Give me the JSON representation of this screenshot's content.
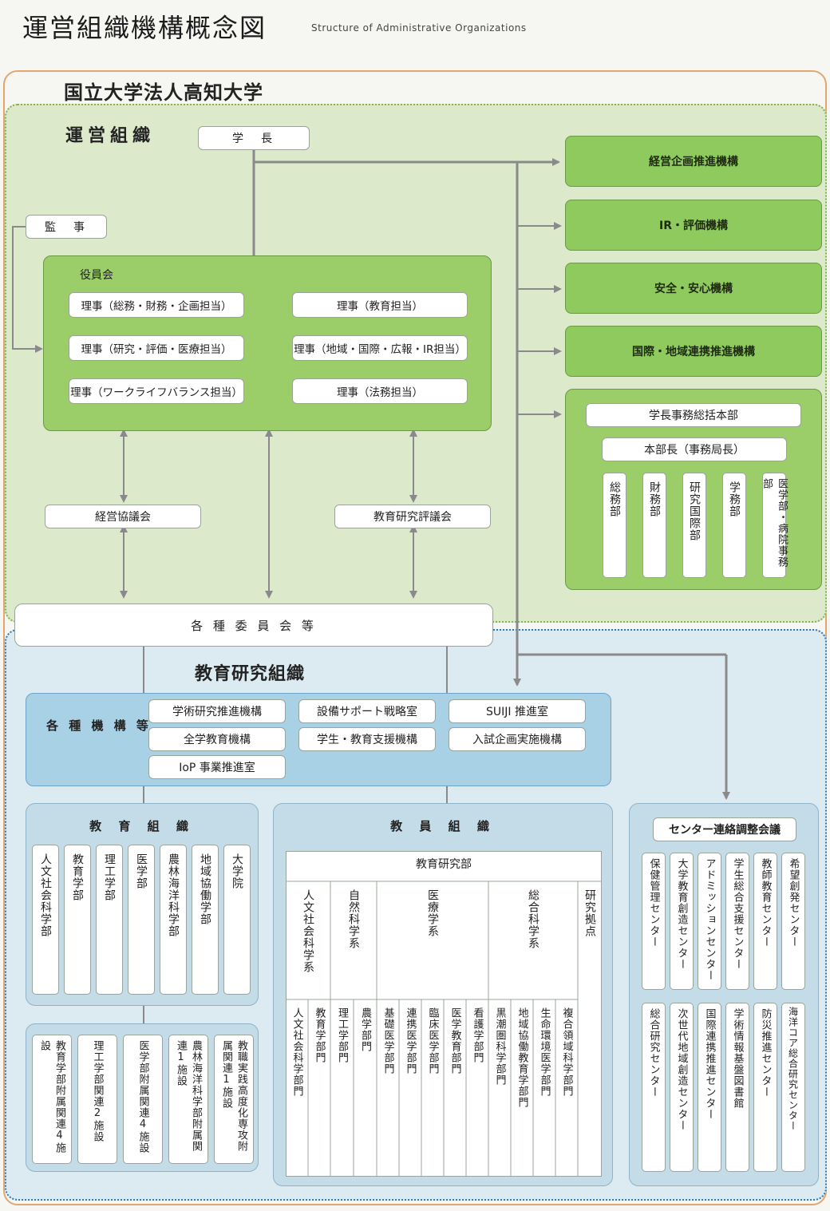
{
  "title": "運営組織機構概念図",
  "subtitle": "Structure of Administrative Organizations",
  "university": "国立大学法人高知大学",
  "management": {
    "title": "運営組織",
    "president": "学　長",
    "auditor": "監　事",
    "board": {
      "label": "役員会",
      "directors": [
        "理事（総務・財務・企画担当）",
        "理事（教育担当）",
        "理事（研究・評価・医療担当）",
        "理事（地域・国際・広報・IR担当）",
        "理事（ワークライフバランス担当）",
        "理事（法務担当）"
      ]
    },
    "management_council": "経営協議会",
    "education_research_council": "教育研究評議会",
    "committees": "各 種 委 員 会 等",
    "organizations": [
      "経営企画推進機構",
      "IR・評価機構",
      "安全・安心機構",
      "国際・地域連携推進機構"
    ],
    "headquarters": {
      "title": "学長事務総括本部",
      "head": "本部長（事務局長）",
      "departments": [
        "総務部",
        "財務部",
        "研究国際部",
        "学務部",
        "医学部・病院事務部"
      ]
    }
  },
  "education": {
    "title": "教育研究組織",
    "institutes_label": "各 種 機 構 等",
    "institutes": [
      "学術研究推進機構",
      "設備サポート戦略室",
      "SUIJI 推進室",
      "全学教育機構",
      "学生・教育支援機構",
      "入試企画実施機構",
      "IoP 事業推進室"
    ],
    "edu_org": {
      "title": "教 育 組 織",
      "faculties": [
        "人文社会科学部",
        "教育学部",
        "理工学部",
        "医学部",
        "農林海洋科学部",
        "地域協働学部",
        "大学院"
      ],
      "facilities": [
        "教育学部附属関連4施設",
        "理工学部関連2施設",
        "医学部附属関連4施設",
        "農林海洋科学部附属関連1施設",
        "教職実践高度化専攻附属関連1施設"
      ]
    },
    "faculty_org": {
      "title": "教 員 組 織",
      "division": "教育研究部",
      "groups": [
        "人文社会科学系",
        "自然科学系",
        "医療学系",
        "総合科学系",
        "研究拠点"
      ],
      "sections": [
        "人文社会科学部門",
        "教育学部門",
        "理工学部門",
        "農学部門",
        "基礎医学部門",
        "連携医学部門",
        "臨床医学部門",
        "医学教育部門",
        "看護学部門",
        "黒潮圏科学部門",
        "地域協働教育学部門",
        "生命環境医学部門",
        "複合領域科学部門"
      ]
    },
    "centers": {
      "title": "センター連絡調整会議",
      "row1": [
        "保健管理センター",
        "大学教育創造センター",
        "アドミッションセンター",
        "学生総合支援センター",
        "教師教育センター",
        "希望創発センター"
      ],
      "row2": [
        "総合研究センター",
        "次世代地域創造センター",
        "国際連携推進センター",
        "学術情報基盤図書館",
        "防災推進センター",
        "海洋コア総合研究センター"
      ]
    }
  },
  "colors": {
    "green_panel": "#9bcd68",
    "green_bg": "#dde9cb",
    "blue_bg": "#dcebf1",
    "blue_panel": "#a9d1e6",
    "orange_border": "#e3a66e"
  }
}
